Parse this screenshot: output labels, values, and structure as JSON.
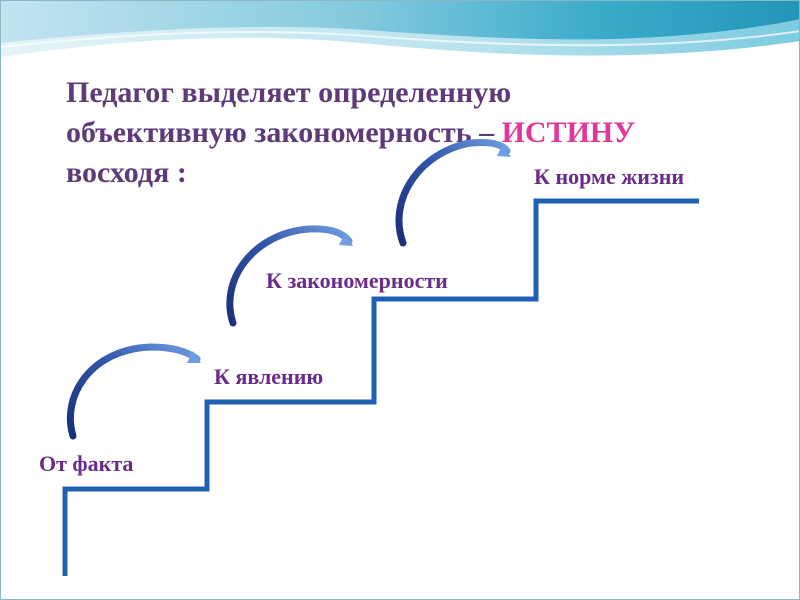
{
  "title": {
    "line1": "Педагог выделяет определенную",
    "line2_before": "объективную закономерность – ",
    "line2_highlight": "ИСТИНУ",
    "line3": "восходя :"
  },
  "steps": [
    {
      "label": "От  факта"
    },
    {
      "label": "К явлению"
    },
    {
      "label": "К закономерности"
    },
    {
      "label": "К норме жизни"
    }
  ],
  "colors": {
    "title": "#5e3a78",
    "highlight": "#e0379a",
    "step_label": "#6a2c8a",
    "stair_line": "#2060b0",
    "arrow_dark": "#1a2f7a",
    "arrow_light": "#5b8ed6",
    "wave_dark": "#2aa3c4",
    "wave_light": "#a9dbe8"
  }
}
